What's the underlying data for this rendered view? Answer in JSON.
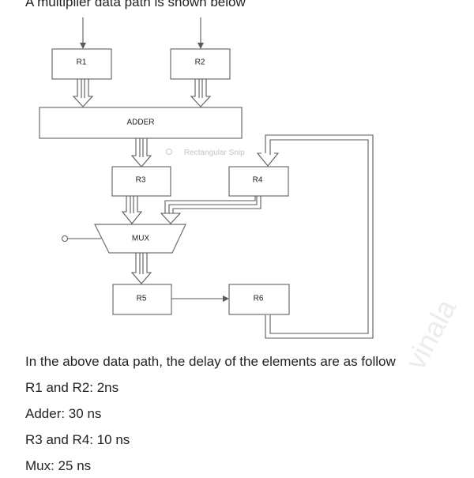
{
  "heading": "A multiplier data path is shown below",
  "diagram": {
    "blocks": {
      "r1": "R1",
      "r2": "R2",
      "adder": "ADDER",
      "r3": "R3",
      "r4": "R4",
      "mux": "MUX",
      "r5": "R5",
      "r6": "R6"
    },
    "overlay_text": "Rectangular Snip"
  },
  "watermark": "vinala",
  "body": {
    "intro": "In the above data path, the delay of the elements are as follow",
    "delays": [
      "R1 and R2: 2ns",
      "Adder: 30 ns",
      "R3 and R4: 10 ns",
      "Mux: 25 ns"
    ]
  }
}
